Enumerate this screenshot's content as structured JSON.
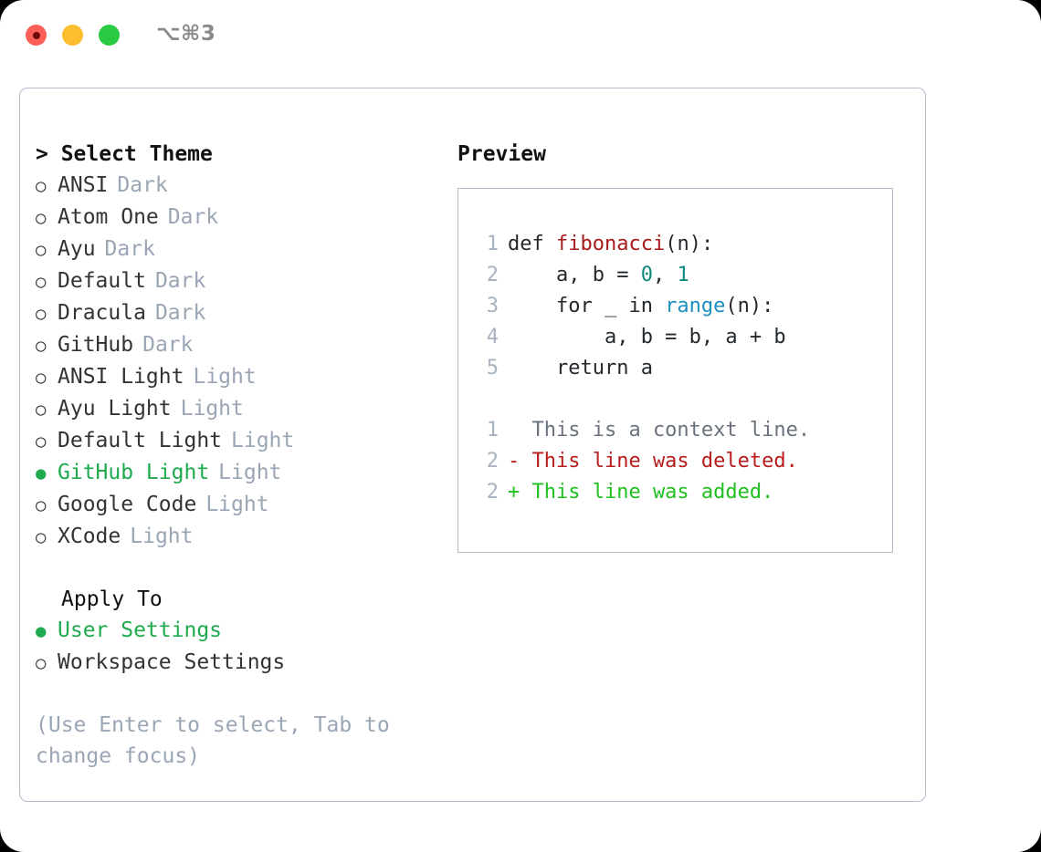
{
  "titlebar": {
    "shortcut": "⌥⌘3",
    "buttons": [
      {
        "name": "close",
        "color": "#fb5f57"
      },
      {
        "name": "minimize",
        "color": "#fcbd2e"
      },
      {
        "name": "zoom",
        "color": "#2acb42"
      }
    ]
  },
  "theme_picker": {
    "header": "> Select Theme",
    "items": [
      {
        "marker": "○",
        "name": "ANSI",
        "tag": "Dark",
        "selected": false
      },
      {
        "marker": "○",
        "name": "Atom One",
        "tag": "Dark",
        "selected": false
      },
      {
        "marker": "○",
        "name": "Ayu",
        "tag": "Dark",
        "selected": false
      },
      {
        "marker": "○",
        "name": "Default",
        "tag": "Dark",
        "selected": false
      },
      {
        "marker": "○",
        "name": "Dracula",
        "tag": "Dark",
        "selected": false
      },
      {
        "marker": "○",
        "name": "GitHub",
        "tag": "Dark",
        "selected": false
      },
      {
        "marker": "○",
        "name": "ANSI Light",
        "tag": "Light",
        "selected": false
      },
      {
        "marker": "○",
        "name": "Ayu Light",
        "tag": "Light",
        "selected": false
      },
      {
        "marker": "○",
        "name": "Default Light",
        "tag": "Light",
        "selected": false
      },
      {
        "marker": "●",
        "name": "GitHub Light",
        "tag": "Light",
        "selected": true
      },
      {
        "marker": "○",
        "name": "Google Code",
        "tag": "Light",
        "selected": false
      },
      {
        "marker": "○",
        "name": "XCode",
        "tag": "Light",
        "selected": false
      }
    ]
  },
  "apply_to": {
    "header": "Apply To",
    "options": [
      {
        "marker": "●",
        "label": "User Settings",
        "selected": true
      },
      {
        "marker": "○",
        "label": "Workspace Settings",
        "selected": false
      }
    ]
  },
  "hint": "(Use Enter to select, Tab to change focus)",
  "preview": {
    "title": "Preview",
    "code_lines": [
      {
        "no": "1",
        "parts": [
          {
            "t": "def ",
            "c": "plain"
          },
          {
            "t": "fibonacci",
            "c": "fn"
          },
          {
            "t": "(n):",
            "c": "plain"
          }
        ]
      },
      {
        "no": "2",
        "parts": [
          {
            "t": "    a, b = ",
            "c": "plain"
          },
          {
            "t": "0",
            "c": "num"
          },
          {
            "t": ", ",
            "c": "plain"
          },
          {
            "t": "1",
            "c": "num"
          }
        ]
      },
      {
        "no": "3",
        "parts": [
          {
            "t": "    for _ in ",
            "c": "plain"
          },
          {
            "t": "range",
            "c": "builtin"
          },
          {
            "t": "(n):",
            "c": "plain"
          }
        ]
      },
      {
        "no": "4",
        "parts": [
          {
            "t": "        a, b = b, a + b",
            "c": "plain"
          }
        ]
      },
      {
        "no": "5",
        "parts": [
          {
            "t": "    return a",
            "c": "plain"
          }
        ]
      }
    ],
    "diff_lines": [
      {
        "no": "1",
        "text": "  This is a context line.",
        "kind": "ctx"
      },
      {
        "no": "2",
        "text": "- This line was deleted.",
        "kind": "del"
      },
      {
        "no": "2",
        "text": "+ This line was added.",
        "kind": "add"
      }
    ]
  },
  "colors": {
    "accent_green": "#1faa4e",
    "diff_add": "#20c020",
    "diff_del": "#b81c1c",
    "muted": "#9aa5b5",
    "border": "#b3bccb",
    "fn_red": "#a61b1b",
    "num_teal": "#0e8a7d",
    "builtin_blue": "#1b8fc0"
  }
}
